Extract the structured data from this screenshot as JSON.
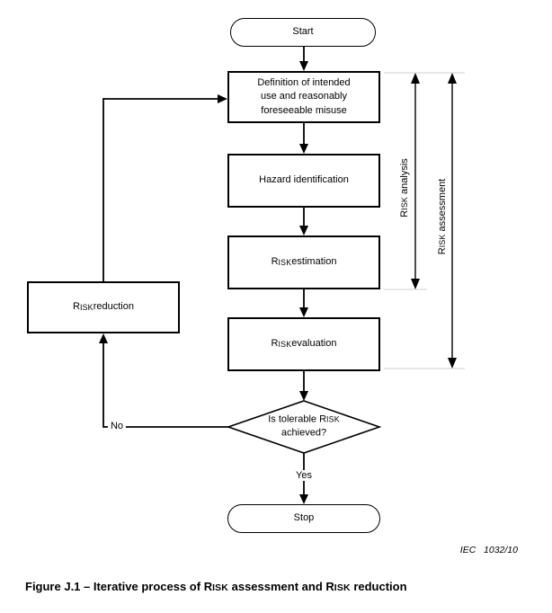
{
  "figure": {
    "caption": "Figure J.1 – Iterative process of RISK assessment and RISK reduction",
    "credit": "IEC   1032/10"
  },
  "nodes": {
    "start": "Start",
    "definition": "Definition of intended\nuse and reasonably\nforeseeable misuse",
    "hazard": "Hazard identification",
    "estimation": "RISK estimation",
    "evaluation": "RISK evaluation",
    "decision": "Is tolerable RISK\nachieved?",
    "stop": "Stop",
    "reduction": "RISK reduction"
  },
  "labels": {
    "yes": "Yes",
    "no": "No"
  },
  "brackets": {
    "analysis": "RISK analysis",
    "assessment": "RISK assessment"
  },
  "colors": {
    "line": "#000000",
    "tick": "#cfcfcf",
    "background": "#ffffff"
  }
}
